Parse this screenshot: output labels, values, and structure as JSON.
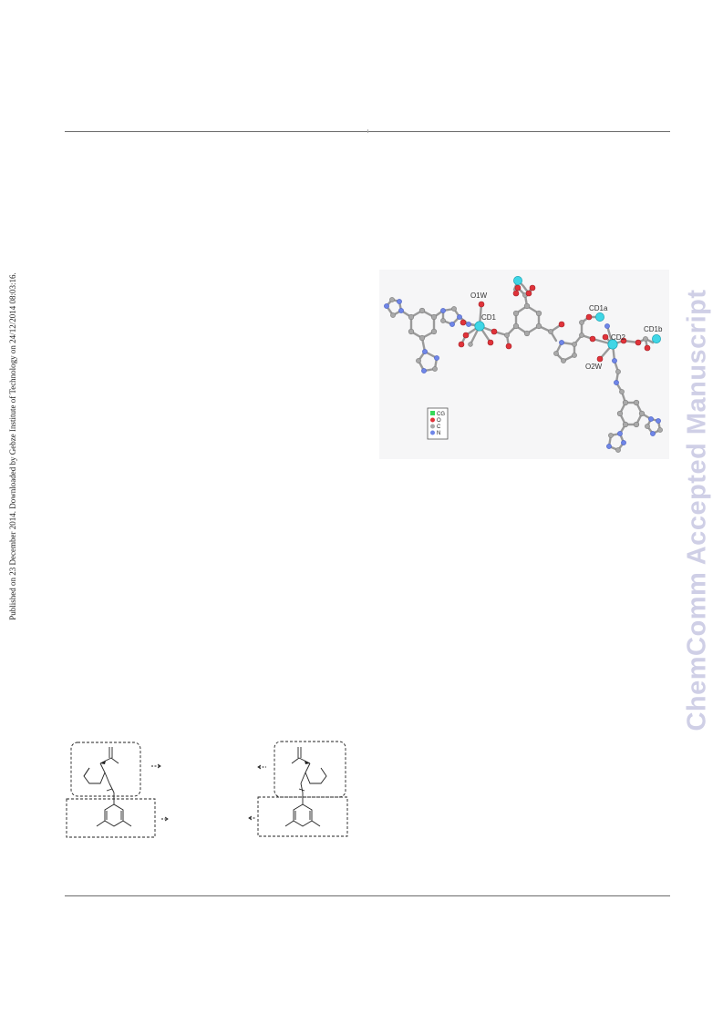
{
  "side_note": "Published on 23 December 2014. Downloaded by Gebze Institute of Technology on 24/12/2014 08:03:16.",
  "watermark": "ChemComm Accepted Manuscript",
  "crystal_figure": {
    "atom_labels": {
      "o1w": "O1W",
      "cd1": "CD1",
      "cd1a": "CD1a",
      "cd1b": "CD1b",
      "cd2": "CD2",
      "o2w": "O2W"
    },
    "legend": [
      "CG",
      "O",
      "C",
      "N"
    ],
    "colors": {
      "cd": "#3fd6e6",
      "o": "#e0333a",
      "c": "#a9a9a9",
      "n": "#6f86e8",
      "bond": "#9a9a9a"
    }
  }
}
